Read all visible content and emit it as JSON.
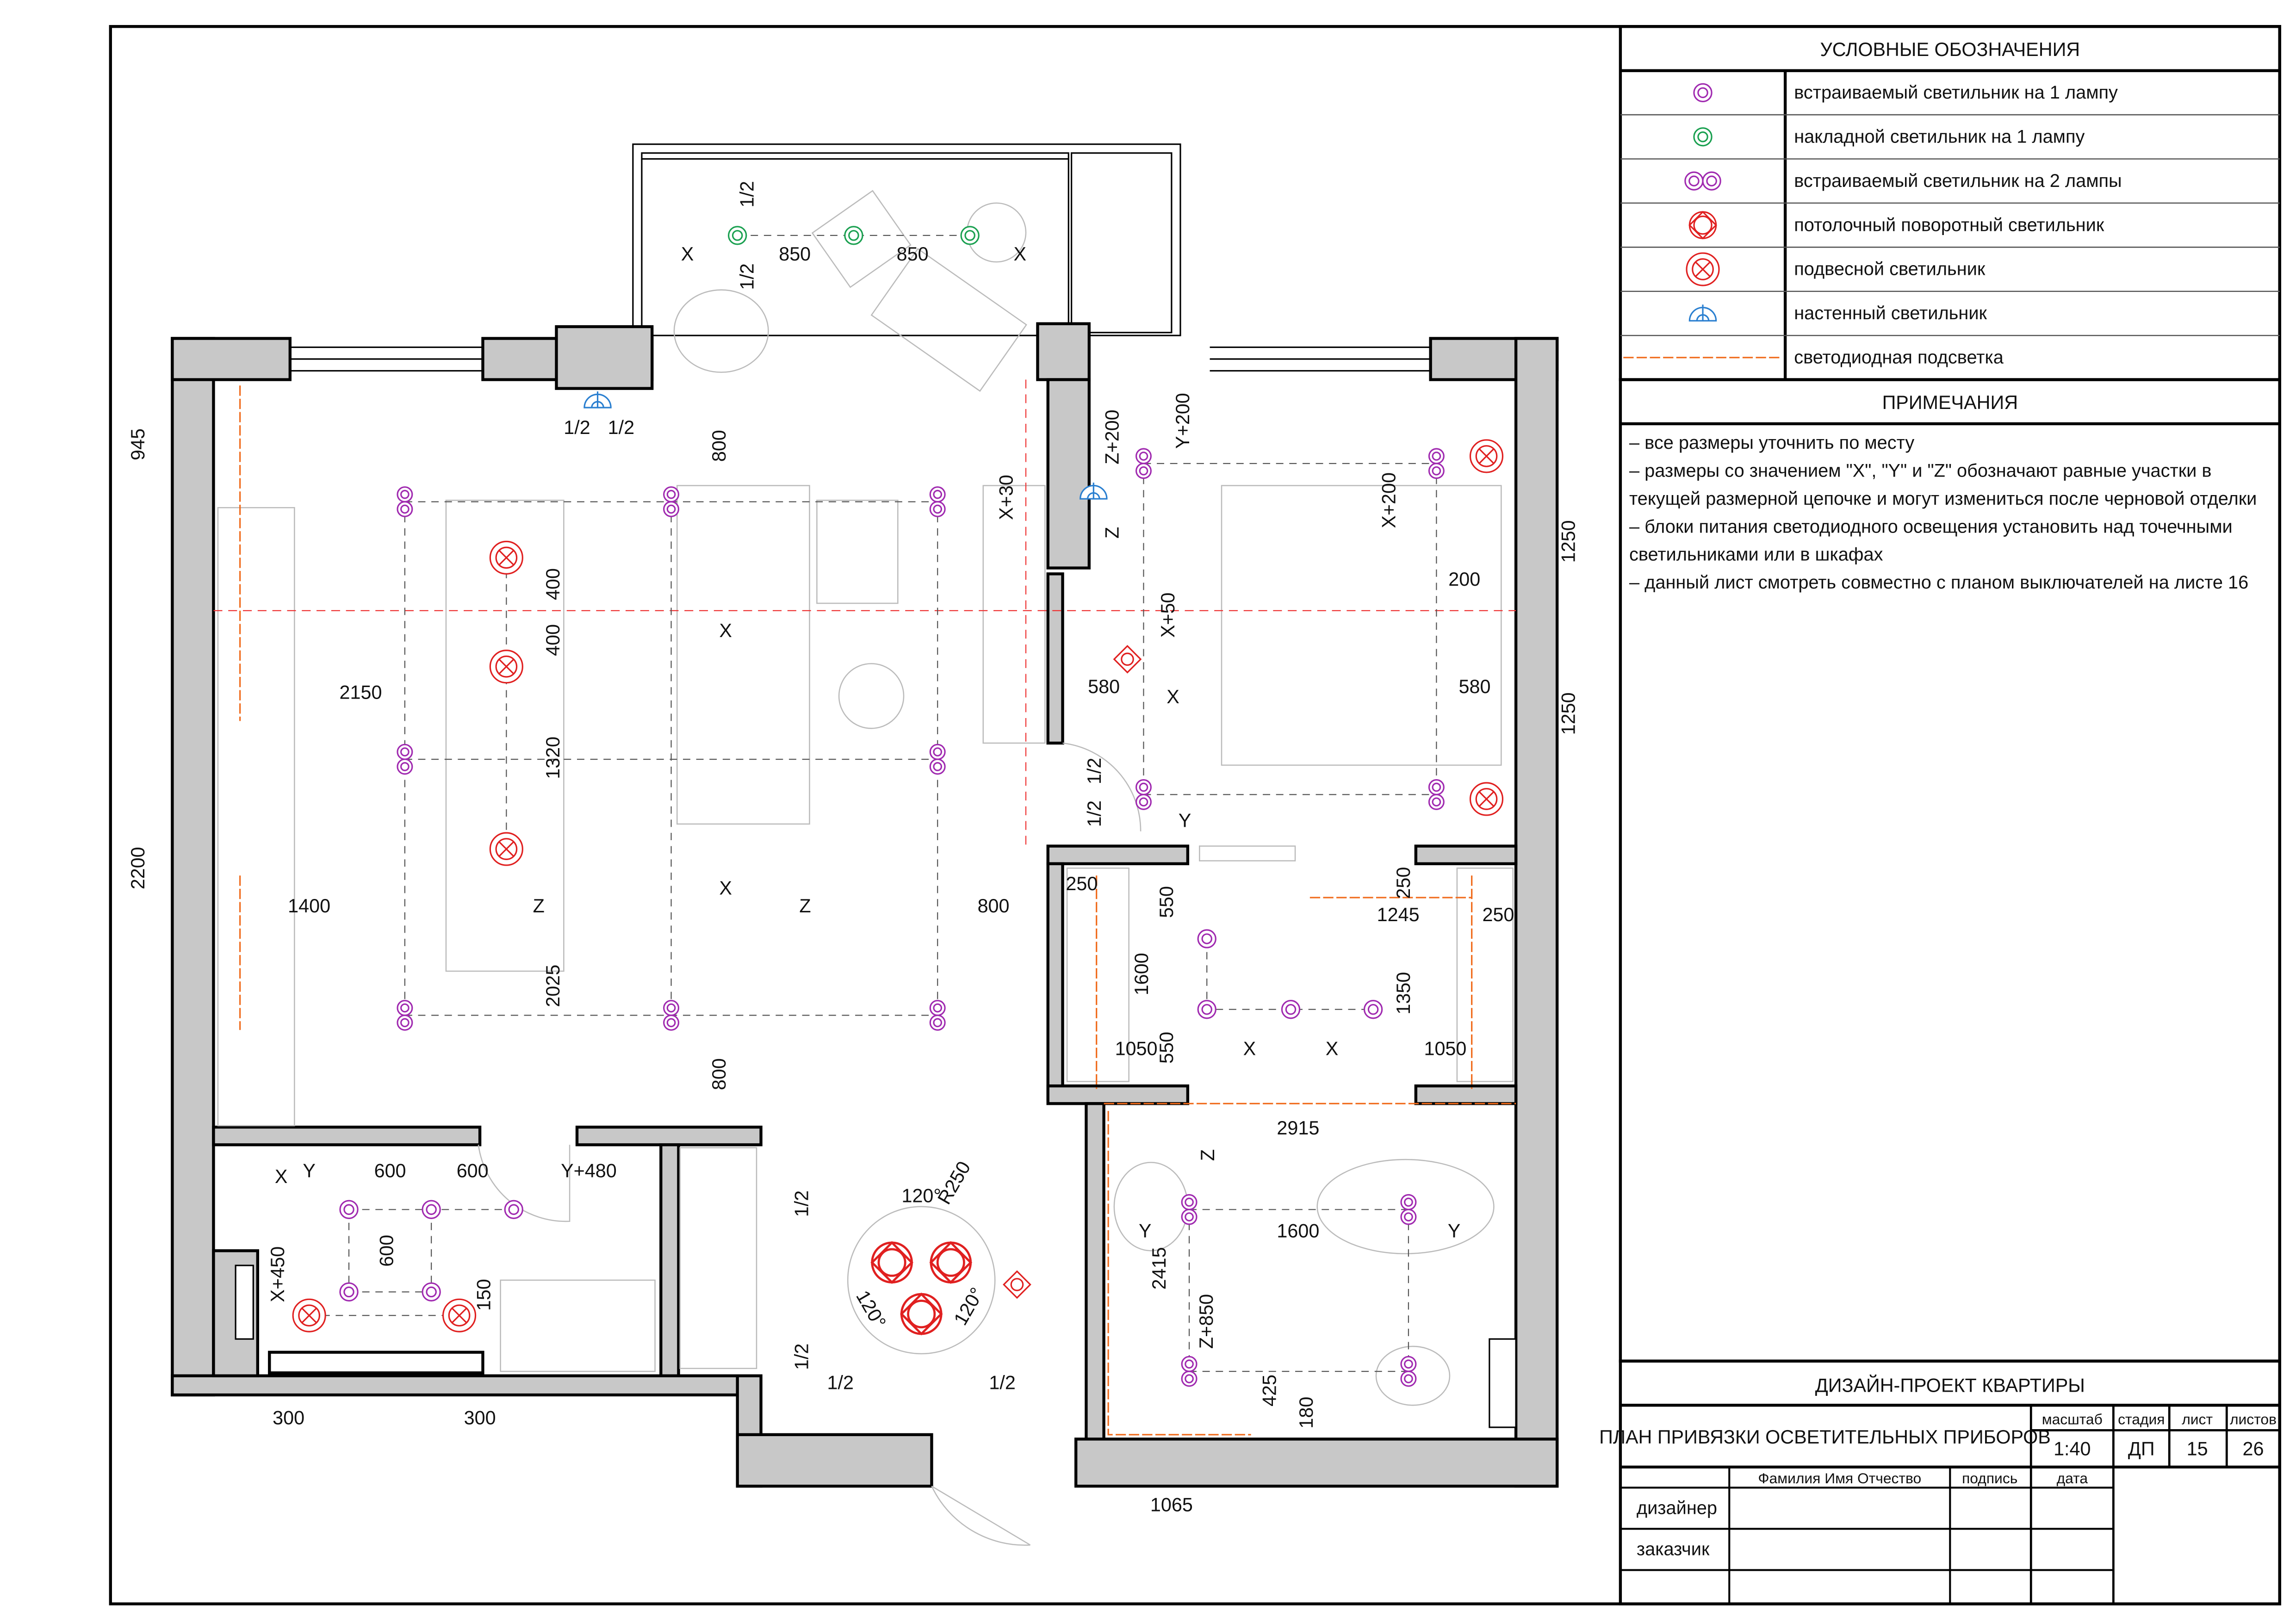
{
  "legend": {
    "title": "УСЛОВНЫЕ ОБОЗНАЧЕНИЯ",
    "items": [
      {
        "icon": "recessed-single-lamp-icon",
        "label": "встраиваемый светильник на 1 лампу",
        "color": "#a02ab0"
      },
      {
        "icon": "surface-single-lamp-icon",
        "label": "накладной светильник на 1 лампу",
        "color": "#1aa050"
      },
      {
        "icon": "recessed-double-lamp-icon",
        "label": "встраиваемый светильник на 2 лампы",
        "color": "#a02ab0"
      },
      {
        "icon": "ceiling-swivel-lamp-icon",
        "label": "потолочный поворотный светильник",
        "color": "#e02020"
      },
      {
        "icon": "pendant-lamp-icon",
        "label": "подвесной светильник",
        "color": "#e02020"
      },
      {
        "icon": "wall-lamp-icon",
        "label": "настенный светильник",
        "color": "#2a7fd0"
      },
      {
        "icon": "led-strip-icon",
        "label": "светодиодная подсветка",
        "color": "#f06a1a"
      }
    ]
  },
  "notes": {
    "title": "ПРИМЕЧАНИЯ",
    "lines": [
      "– все размеры уточнить по месту",
      "– размеры со значением \"X\", \"Y\" и \"Z\" обозначают равные участки в",
      "текущей размерной цепочке и могут измениться после черновой отделки",
      "– блоки питания светодиодного освещения установить над точечными",
      "светильниками или в шкафах",
      "– данный лист смотреть совместно с планом выключателей на листе 16"
    ]
  },
  "title_block": {
    "project": "ДИЗАЙН-ПРОЕКТ КВАРТИРЫ",
    "sheet_title": "ПЛАН ПРИВЯЗКИ ОСВЕТИТЕЛЬНЫХ ПРИБОРОВ",
    "headers": {
      "scale": "масштаб",
      "stage": "стадия",
      "sheet": "лист",
      "sheets": "листов"
    },
    "values": {
      "scale": "1:40",
      "stage": "ДП",
      "sheet": "15",
      "sheets": "26"
    },
    "sign_headers": {
      "name": "Фамилия Имя Отчество",
      "signature": "подпись",
      "date": "дата"
    },
    "roles": [
      "дизайнер",
      "заказчик"
    ]
  },
  "plan": {
    "dims": [
      "945",
      "1/2",
      "1/2",
      "800",
      "X+30",
      "Z+200",
      "Y+200",
      "X+200",
      "1250",
      "1250",
      "200",
      "580",
      "580",
      "X+50",
      "Z",
      "X",
      "1/2",
      "1/2",
      "Y",
      "400",
      "400",
      "2150",
      "1320",
      "2200",
      "1400",
      "Z",
      "Z",
      "800",
      "X",
      "X",
      "2025",
      "800",
      "X",
      "850",
      "850",
      "X",
      "1/2",
      "1/2",
      "250",
      "550",
      "1600",
      "1050",
      "550",
      "X",
      "X",
      "1050",
      "1245",
      "250",
      "250",
      "1350",
      "2915",
      "Z",
      "Y",
      "1600",
      "Y",
      "2415",
      "Z+850",
      "425",
      "180",
      "1065",
      "Y",
      "600",
      "600",
      "Y+480",
      "X",
      "600",
      "X+450",
      "150",
      "300",
      "300",
      "1/2",
      "120°",
      "R250",
      "120°",
      "120°",
      "1/2",
      "1/2",
      "1/2"
    ]
  },
  "colors": {
    "wall": "#c8c8c8",
    "recessed": "#a02ab0",
    "surface": "#1aa050",
    "red": "#e02020",
    "wall_lamp": "#2a7fd0",
    "led": "#f06a1a"
  }
}
